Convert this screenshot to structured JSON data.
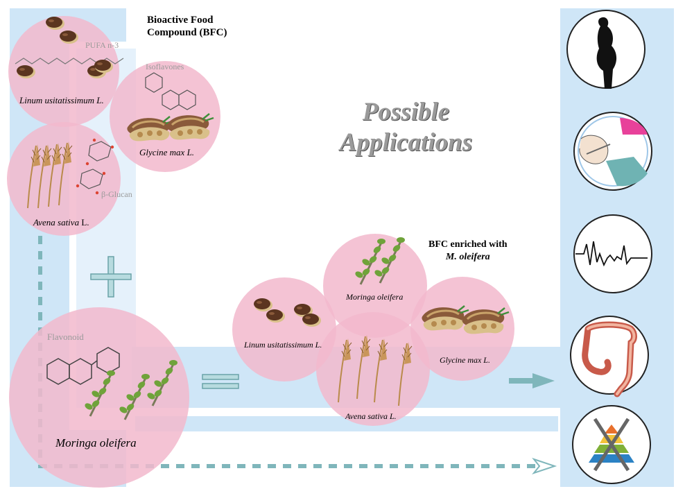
{
  "title": {
    "line1": "Bioactive Food",
    "line2": "Compound (BFC)"
  },
  "enriched_title": {
    "line1": "BFC enriched with",
    "line2": "M. oleifera"
  },
  "center_text": {
    "line1": "Possible",
    "line2": "Applications"
  },
  "compounds": {
    "pufa": "PUFA n-3",
    "isoflavones": "Isoflavones",
    "glucan": "β-Glucan",
    "flavonoid": "Flavonoid"
  },
  "plants_left": {
    "linum": "Linum usitatissimum L.",
    "glycine": "Glycine max L.",
    "avena_genus": "Avena sativa",
    "avena_suffix": " L.",
    "moringa": "Moringa oleifera"
  },
  "plants_right": {
    "moringa": "Moringa oleifera",
    "linum": "Linum usitatissimum L.",
    "glycine": "Glycine max L.",
    "avena": "Avena sativa L."
  },
  "applications": [
    {
      "icon": "obesity-icon"
    },
    {
      "icon": "diabetes-insulin-icon"
    },
    {
      "icon": "heart-rhythm-icon"
    },
    {
      "icon": "intestine-icon"
    },
    {
      "icon": "food-pyramid-icon"
    }
  ],
  "colors": {
    "panel_blue": "#cfe6f7",
    "circle_pink": "#f2b8cd",
    "teal": "#7fb6bb",
    "seed_brown": "#5b3520"
  }
}
